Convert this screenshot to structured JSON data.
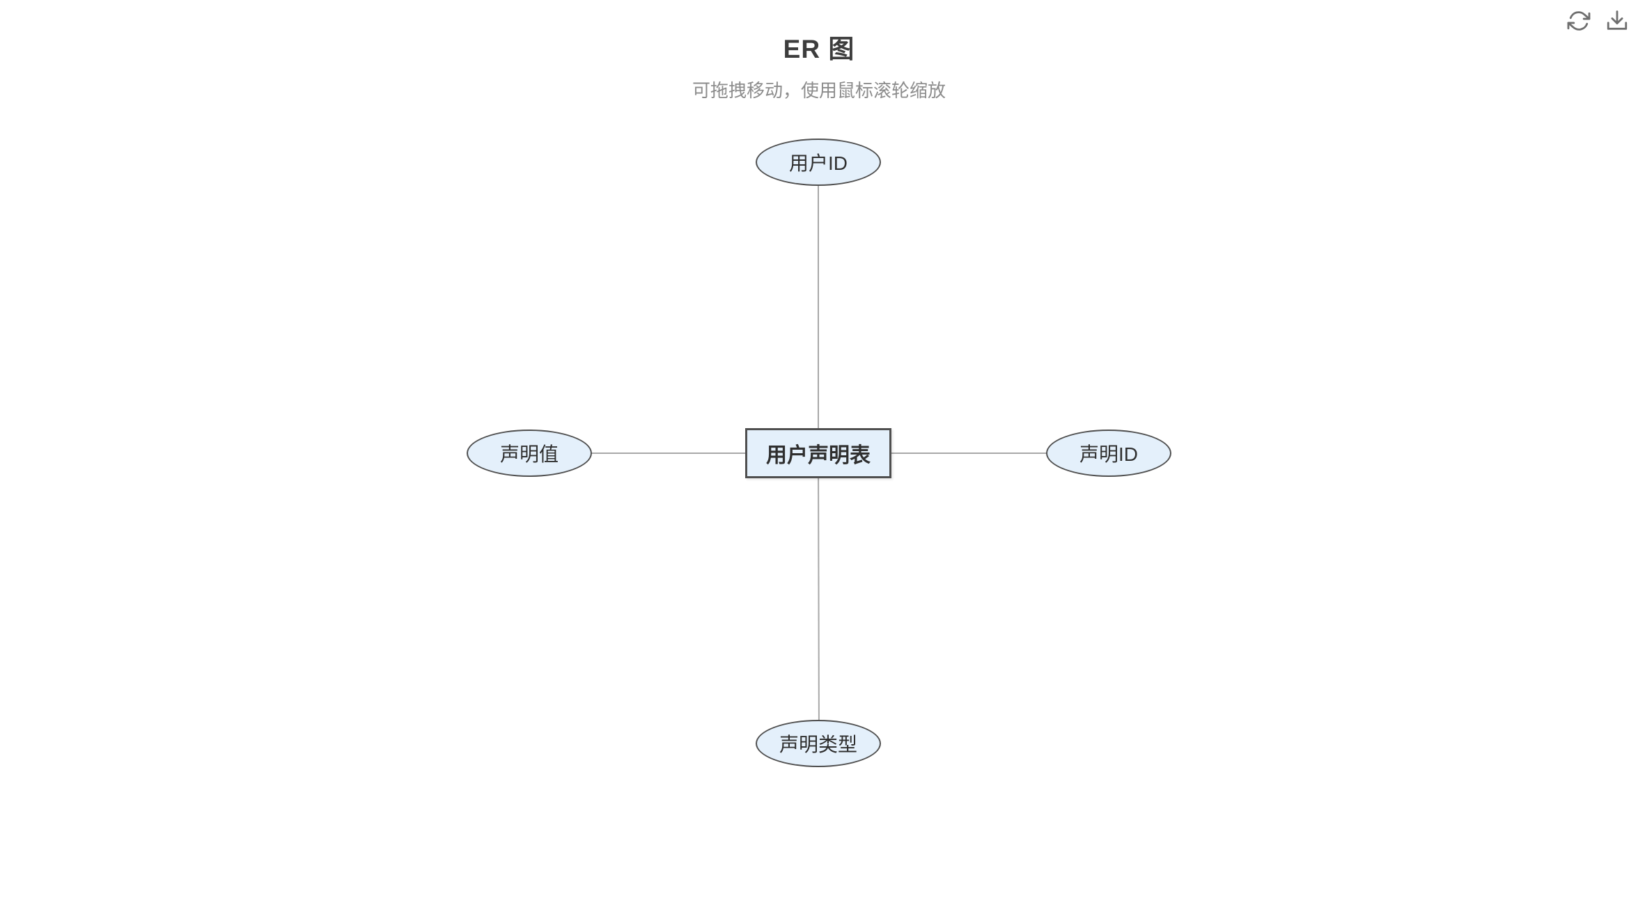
{
  "header": {
    "title": "ER 图",
    "subtitle": "可拖拽移动，使用鼠标滚轮缩放"
  },
  "toolbar": {
    "refresh_icon": "refresh-icon",
    "download_icon": "download-icon"
  },
  "diagram": {
    "entity": {
      "label": "用户声明表",
      "shape": "rectangle"
    },
    "attributes": [
      {
        "position": "top",
        "label": "用户ID",
        "shape": "ellipse"
      },
      {
        "position": "left",
        "label": "声明值",
        "shape": "ellipse"
      },
      {
        "position": "right",
        "label": "声明ID",
        "shape": "ellipse"
      },
      {
        "position": "bottom",
        "label": "声明类型",
        "shape": "ellipse"
      }
    ],
    "edges": [
      {
        "from": "用户声明表",
        "to": "用户ID"
      },
      {
        "from": "用户声明表",
        "to": "声明值"
      },
      {
        "from": "用户声明表",
        "to": "声明ID"
      },
      {
        "from": "用户声明表",
        "to": "声明类型"
      }
    ]
  },
  "colors": {
    "node_fill": "#e4f0fb",
    "node_border": "#4f4f4f",
    "line": "#a8a8a8",
    "title_text": "#3d3d3d",
    "subtitle_text": "#8c8c8c",
    "icon": "#6f6f6f"
  }
}
